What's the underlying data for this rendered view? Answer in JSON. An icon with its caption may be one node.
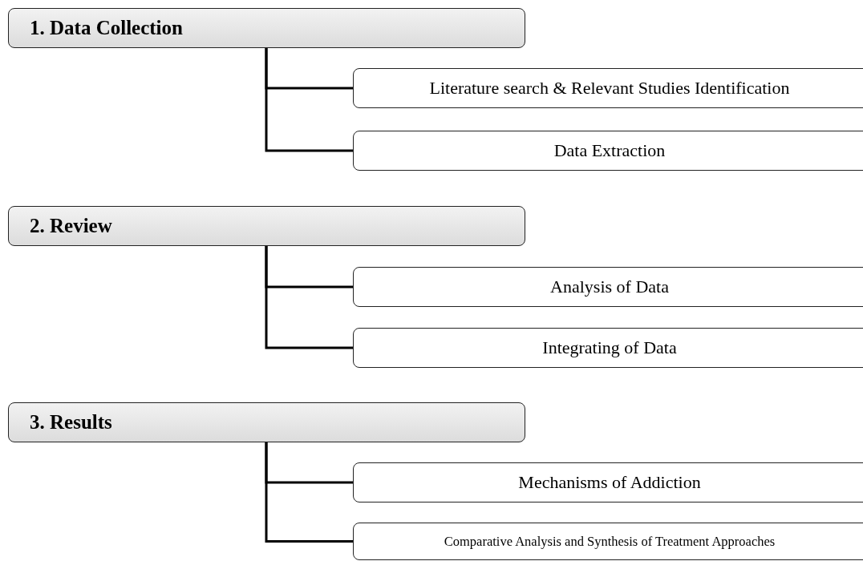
{
  "diagram": {
    "nodes": [
      {
        "text": [
          "1.   Data Collection"
        ]
      },
      {
        "text": [
          "Literature search & Relevant Studies Identification"
        ]
      },
      {
        "text": [
          "Data Extraction"
        ]
      },
      {
        "text": [
          "2.   Review"
        ]
      },
      {
        "text": [
          "Analysis of Data"
        ]
      },
      {
        "text": [
          "Integrating of Data"
        ]
      },
      {
        "text": [
          "3.   Results"
        ]
      },
      {
        "text": [
          "Mechanisms of Addiction"
        ]
      },
      {
        "text": [
          "Comparative Analysis and Synthesis of Treatment Approaches"
        ]
      }
    ],
    "edges": [
      {
        "from": 0,
        "to": 1,
        "arrow": "none"
      },
      {
        "from": 0,
        "to": 2,
        "arrow": "none"
      },
      {
        "from": 3,
        "to": 4,
        "arrow": "none"
      },
      {
        "from": 3,
        "to": 5,
        "arrow": "none"
      },
      {
        "from": 6,
        "to": 7,
        "arrow": "none"
      },
      {
        "from": 6,
        "to": 8,
        "arrow": "none"
      }
    ]
  }
}
